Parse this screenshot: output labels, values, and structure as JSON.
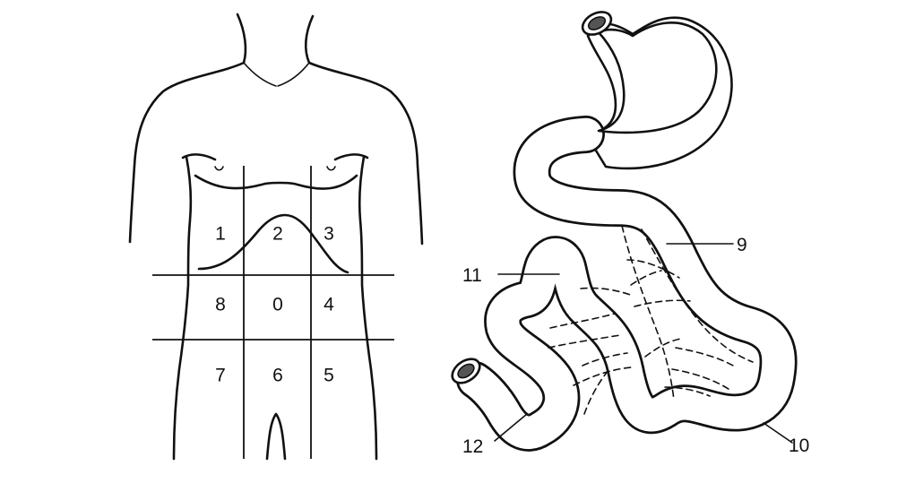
{
  "torso": {
    "regions": [
      {
        "id": "region-1",
        "label": "1"
      },
      {
        "id": "region-2",
        "label": "2"
      },
      {
        "id": "region-3",
        "label": "3"
      },
      {
        "id": "region-8",
        "label": "8"
      },
      {
        "id": "region-0",
        "label": "0"
      },
      {
        "id": "region-4",
        "label": "4"
      },
      {
        "id": "region-7",
        "label": "7"
      },
      {
        "id": "region-6",
        "label": "6"
      },
      {
        "id": "region-5",
        "label": "5"
      }
    ]
  },
  "gut": {
    "labels": [
      {
        "id": "callout-9",
        "label": "9"
      },
      {
        "id": "callout-10",
        "label": "10"
      },
      {
        "id": "callout-11",
        "label": "11"
      },
      {
        "id": "callout-12",
        "label": "12"
      }
    ]
  },
  "colors": {
    "ink": "#111111",
    "background": "#ffffff",
    "lumen": "#555555"
  }
}
